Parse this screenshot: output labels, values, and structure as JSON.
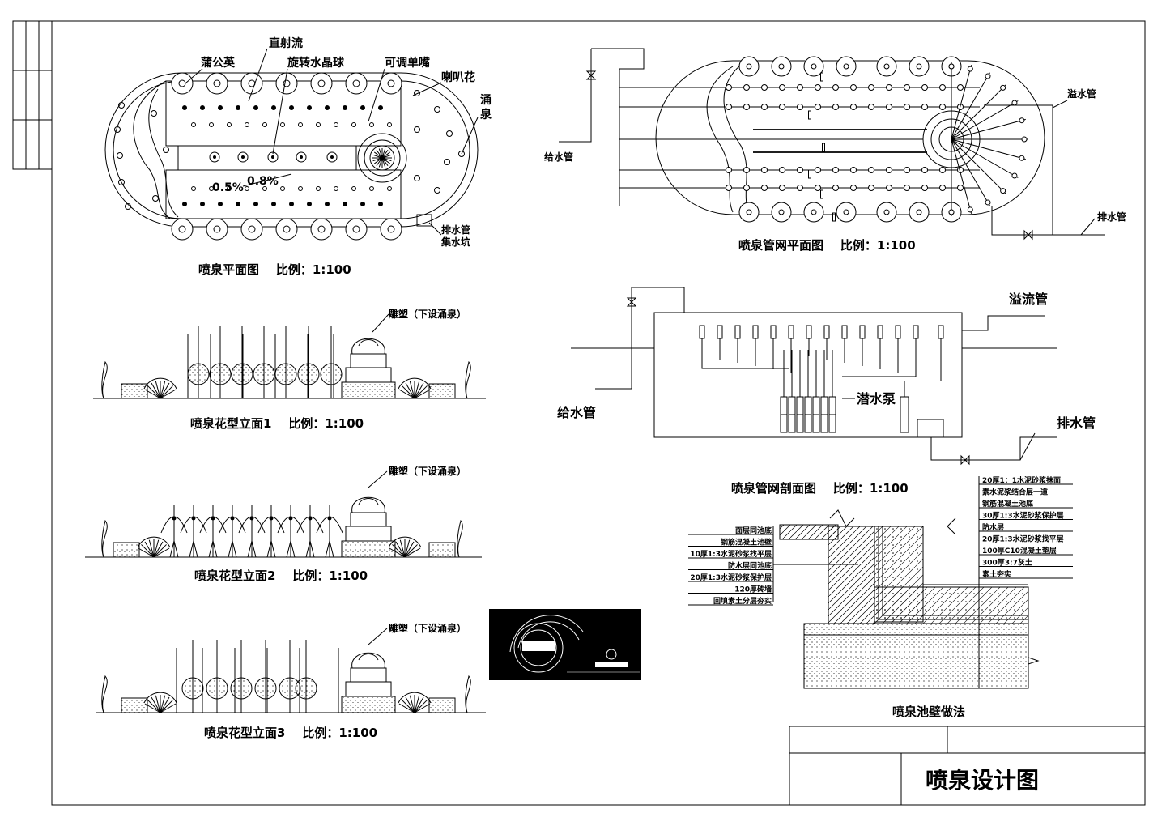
{
  "plan": {
    "labels": {
      "dandelion": "蒲公英",
      "straight_jet": "直射流",
      "crystal_ball": "旋转水晶球",
      "adjustable_nozzle": "可调单嘴",
      "trumpet": "喇叭花",
      "gushing_a": "涌",
      "gushing_b": "泉",
      "drain_pipe": "排水管",
      "sump": "集水坑",
      "slope_a": "0.5%",
      "slope_b": "0.8%"
    },
    "caption": "喷泉平面图    比例：1:100"
  },
  "pipe_plan": {
    "labels": {
      "supply": "给水管",
      "overflow": "溢水管",
      "drain": "排水管"
    },
    "caption": "喷泉管网平面图    比例：1:100"
  },
  "elevation1": {
    "sculpture": "雕塑（下设涌泉）",
    "caption": "喷泉花型立面1    比例：1:100"
  },
  "elevation2": {
    "sculpture": "雕塑（下设涌泉）",
    "caption": "喷泉花型立面2    比例：1:100"
  },
  "elevation3": {
    "sculpture": "雕塑（下设涌泉）",
    "caption": "喷泉花型立面3    比例：1:100"
  },
  "section": {
    "labels": {
      "overflow": "溢流管",
      "supply": "给水管",
      "pump": "潜水泵",
      "drain": "排水管"
    },
    "caption": "喷泉管网剖面图    比例：1:100"
  },
  "wall": {
    "left_notes": [
      "面层同池底",
      "钢筋混凝土池壁",
      "10厚1:3水泥砂浆找平层",
      "防水层同池底",
      "20厚1:3水泥砂浆保护层",
      "120厚砖墙",
      "回填素土分层夯实"
    ],
    "right_notes": [
      "20厚1：1水泥砂浆抹面",
      "素水泥浆结合层一道",
      "钢筋混凝土池底",
      "30厚1:3水泥砂浆保护层",
      "防水层",
      "20厚1:3水泥砂浆找平层",
      "100厚C10混凝土垫层",
      "300厚3:7灰土",
      "素土夯实"
    ],
    "caption": "喷泉池壁做法"
  },
  "title_block": {
    "title": "喷泉设计图"
  }
}
